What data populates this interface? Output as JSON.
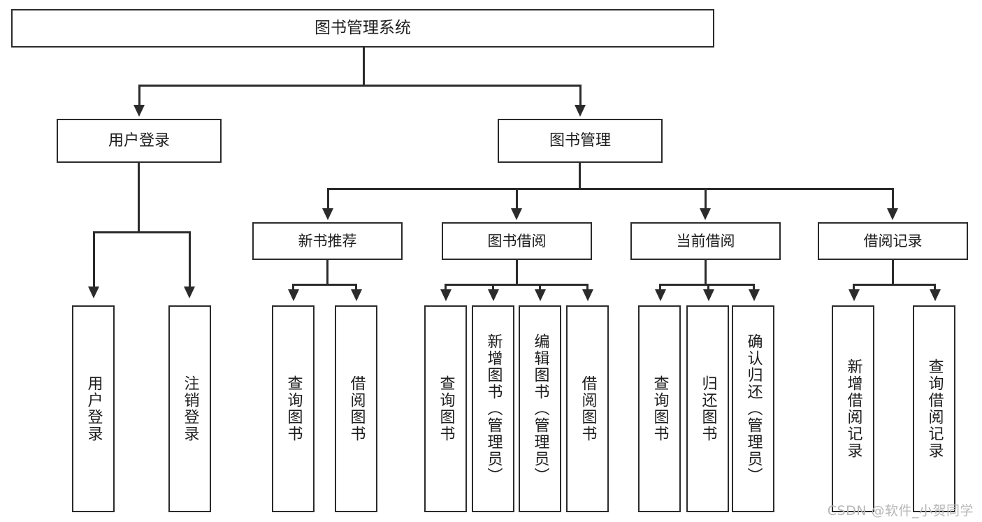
{
  "diagram": {
    "title": "图书管理系统",
    "type": "tree",
    "watermark": "CSDN @软件_小贺同学",
    "colors": {
      "stroke": "#2b2b2b",
      "fill": "#ffffff",
      "text": "#1d1d1d",
      "watermark": "#b7b7b7"
    },
    "root": {
      "label": "图书管理系统"
    },
    "level1": [
      {
        "label": "用户登录"
      },
      {
        "label": "图书管理"
      }
    ],
    "level2": [
      {
        "label": "新书推荐"
      },
      {
        "label": "图书借阅"
      },
      {
        "label": "当前借阅"
      },
      {
        "label": "借阅记录"
      }
    ],
    "leaves": {
      "user_login": [
        {
          "label": "用户登录"
        },
        {
          "label": "注销登录"
        }
      ],
      "new_book_recommend": [
        {
          "label": "查询图书"
        },
        {
          "label": "借阅图书"
        }
      ],
      "book_borrow": [
        {
          "label": "查询图书"
        },
        {
          "label": "新增图书（管理员）"
        },
        {
          "label": "编辑图书（管理员）"
        },
        {
          "label": "借阅图书"
        }
      ],
      "current_borrow": [
        {
          "label": "查询图书"
        },
        {
          "label": "归还图书"
        },
        {
          "label": "确认归还（管理员）"
        }
      ],
      "borrow_record": [
        {
          "label": "新增借阅记录"
        },
        {
          "label": "查询借阅记录"
        }
      ]
    }
  }
}
